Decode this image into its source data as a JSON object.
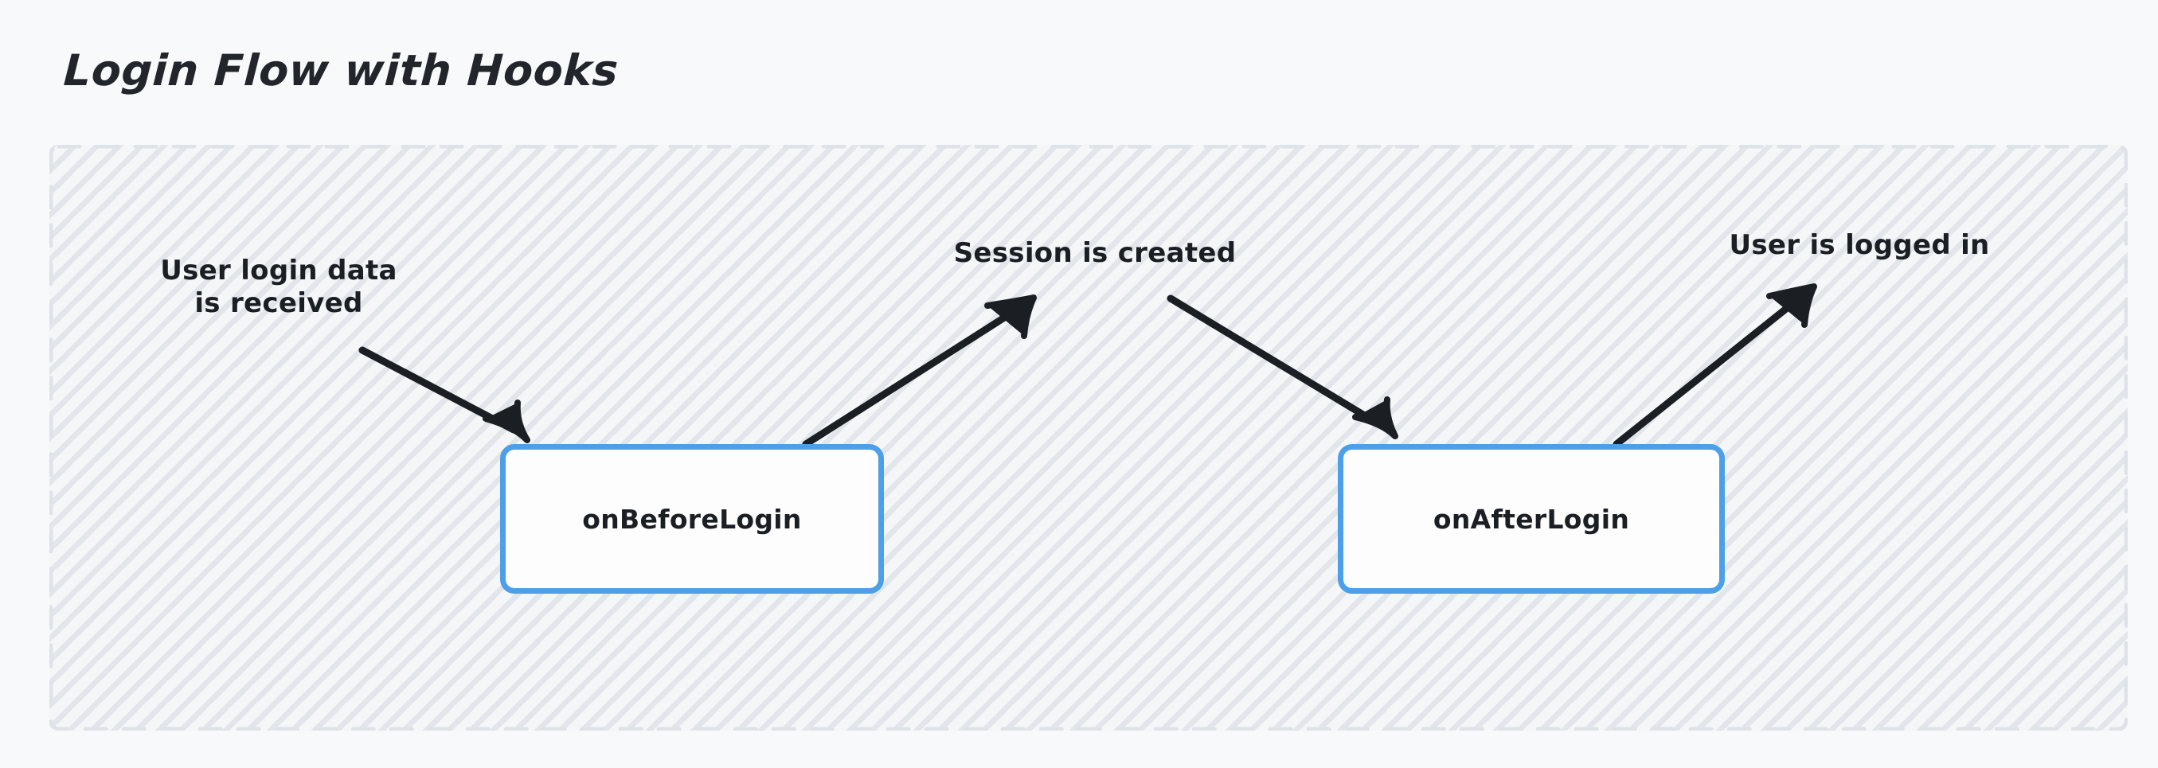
{
  "page": {
    "title": "Login Flow with Hooks",
    "background_color": "#f7f9fb",
    "canvas_color": "#f4f6f8",
    "canvas_border_color": "#dfe3e8",
    "accent_color": "#4d9fe8",
    "ink_color": "#1b1f24"
  },
  "diagram": {
    "type": "flow",
    "nodes": [
      {
        "id": "on-before-login",
        "label": "onBeforeLogin"
      },
      {
        "id": "on-after-login",
        "label": "onAfterLogin"
      }
    ],
    "edge_labels": [
      {
        "id": "user-login-data",
        "text": "User login data\nis received"
      },
      {
        "id": "session-created",
        "text": "Session is created"
      },
      {
        "id": "user-logged-in",
        "text": "User is logged in"
      }
    ],
    "arrows": [
      {
        "id": "arrow-into-before-login",
        "from": "user-login-data",
        "to": "on-before-login",
        "direction": "down-right"
      },
      {
        "id": "arrow-out-before-login",
        "from": "on-before-login",
        "to": "session-created",
        "direction": "up-right"
      },
      {
        "id": "arrow-into-after-login",
        "from": "session-created",
        "to": "on-after-login",
        "direction": "down-right"
      },
      {
        "id": "arrow-out-after-login",
        "from": "on-after-login",
        "to": "user-logged-in",
        "direction": "up-right"
      }
    ]
  }
}
